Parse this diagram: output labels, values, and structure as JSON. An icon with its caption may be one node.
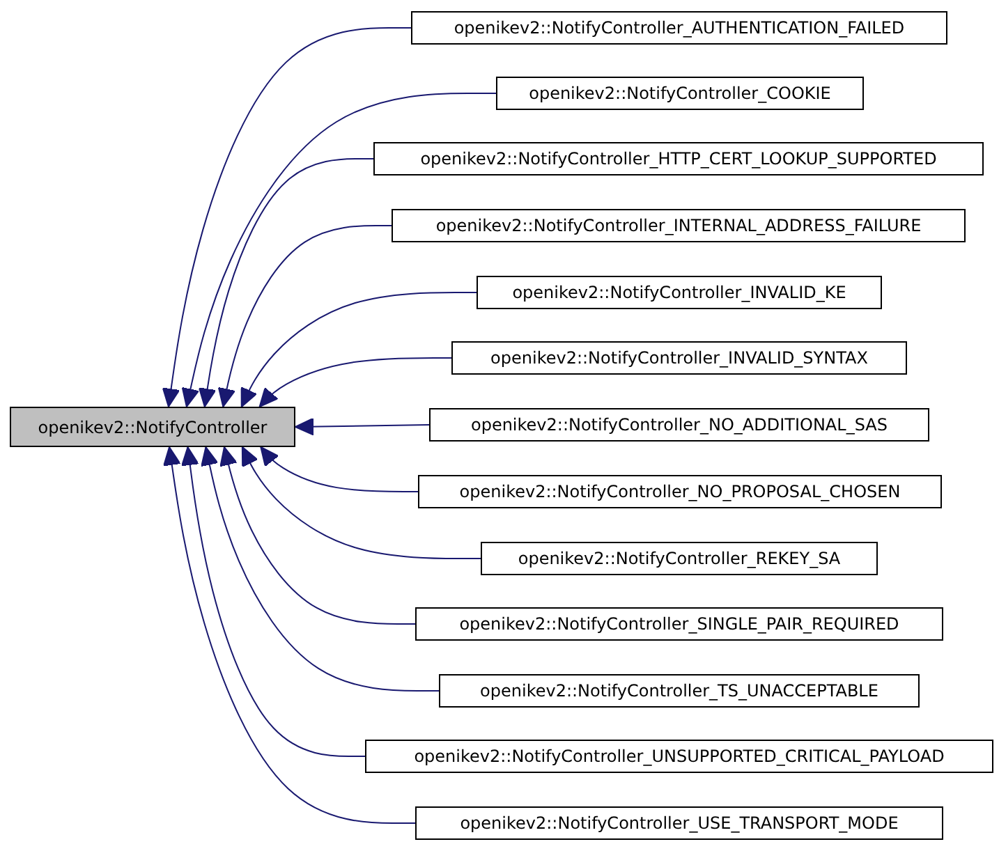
{
  "diagram": {
    "nodes": [
      {
        "text": [
          "openikev2::NotifyController"
        ]
      },
      {
        "text": [
          "openikev2::NotifyController_AUTHENTICATION_FAILED"
        ]
      },
      {
        "text": [
          "openikev2::NotifyController_COOKIE"
        ]
      },
      {
        "text": [
          "openikev2::NotifyController_HTTP_CERT_LOOKUP_SUPPORTED"
        ]
      },
      {
        "text": [
          "openikev2::NotifyController_INTERNAL_ADDRESS_FAILURE"
        ]
      },
      {
        "text": [
          "openikev2::NotifyController_INVALID_KE"
        ]
      },
      {
        "text": [
          "openikev2::NotifyController_INVALID_SYNTAX"
        ]
      },
      {
        "text": [
          "openikev2::NotifyController_NO_ADDITIONAL_SAS"
        ]
      },
      {
        "text": [
          "openikev2::NotifyController_NO_PROPOSAL_CHOSEN"
        ]
      },
      {
        "text": [
          "openikev2::NotifyController_REKEY_SA"
        ]
      },
      {
        "text": [
          "openikev2::NotifyController_SINGLE_PAIR_REQUIRED"
        ]
      },
      {
        "text": [
          "openikev2::NotifyController_TS_UNACCEPTABLE"
        ]
      },
      {
        "text": [
          "openikev2::NotifyController_UNSUPPORTED_CRITICAL_PAYLOAD"
        ]
      },
      {
        "text": [
          "openikev2::NotifyController_USE_TRANSPORT_MODE"
        ]
      }
    ],
    "edges": [
      {
        "from": 1,
        "to": 0,
        "arrow": "to"
      },
      {
        "from": 2,
        "to": 0,
        "arrow": "to"
      },
      {
        "from": 3,
        "to": 0,
        "arrow": "to"
      },
      {
        "from": 4,
        "to": 0,
        "arrow": "to"
      },
      {
        "from": 5,
        "to": 0,
        "arrow": "to"
      },
      {
        "from": 6,
        "to": 0,
        "arrow": "to"
      },
      {
        "from": 7,
        "to": 0,
        "arrow": "to"
      },
      {
        "from": 8,
        "to": 0,
        "arrow": "to"
      },
      {
        "from": 9,
        "to": 0,
        "arrow": "to"
      },
      {
        "from": 10,
        "to": 0,
        "arrow": "to"
      },
      {
        "from": 11,
        "to": 0,
        "arrow": "to"
      },
      {
        "from": 12,
        "to": 0,
        "arrow": "to"
      },
      {
        "from": 13,
        "to": 0,
        "arrow": "to"
      }
    ]
  }
}
